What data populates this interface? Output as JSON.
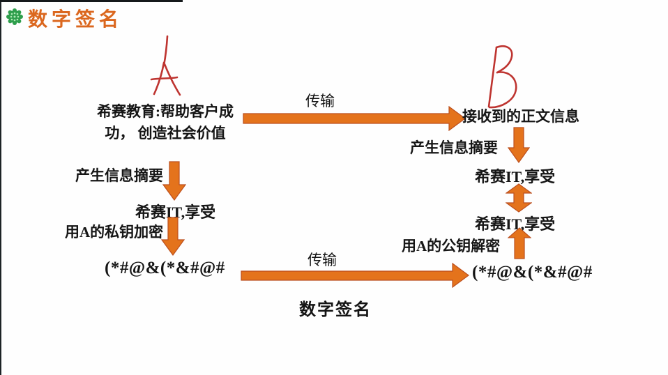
{
  "slide": {
    "title": "数字签名",
    "caption": "数字签名"
  },
  "transmission": {
    "top_label": "传输",
    "bottom_label": "传输"
  },
  "sender": {
    "party_letter": "A",
    "message_line1": "希赛教育:帮助客户成",
    "message_line2": "功， 创造社会价值",
    "digest_step_label": "产生信息摘要",
    "digest_value": "希赛IT,享受",
    "encrypt_step_label": "用A的私钥加密",
    "cipher_value": "(*#@&(*&#@#"
  },
  "receiver": {
    "party_letter": "B",
    "received_message_label": "接收到的正文信息",
    "digest_step_label": "产生信息摘要",
    "digest_value": "希赛IT,享受",
    "decrypted_digest_value": "希赛IT,享受",
    "decrypt_step_label": "用A的公钥解密",
    "cipher_value": "(*#@&(*&#@#"
  },
  "colors": {
    "accent_orange": "#e4731c",
    "arrow_outline": "#bc4f1e",
    "title_orange": "#db671e",
    "handwriting_red": "#be3430",
    "bullet_green": "#2e9e4c",
    "text_black": "#141414"
  }
}
